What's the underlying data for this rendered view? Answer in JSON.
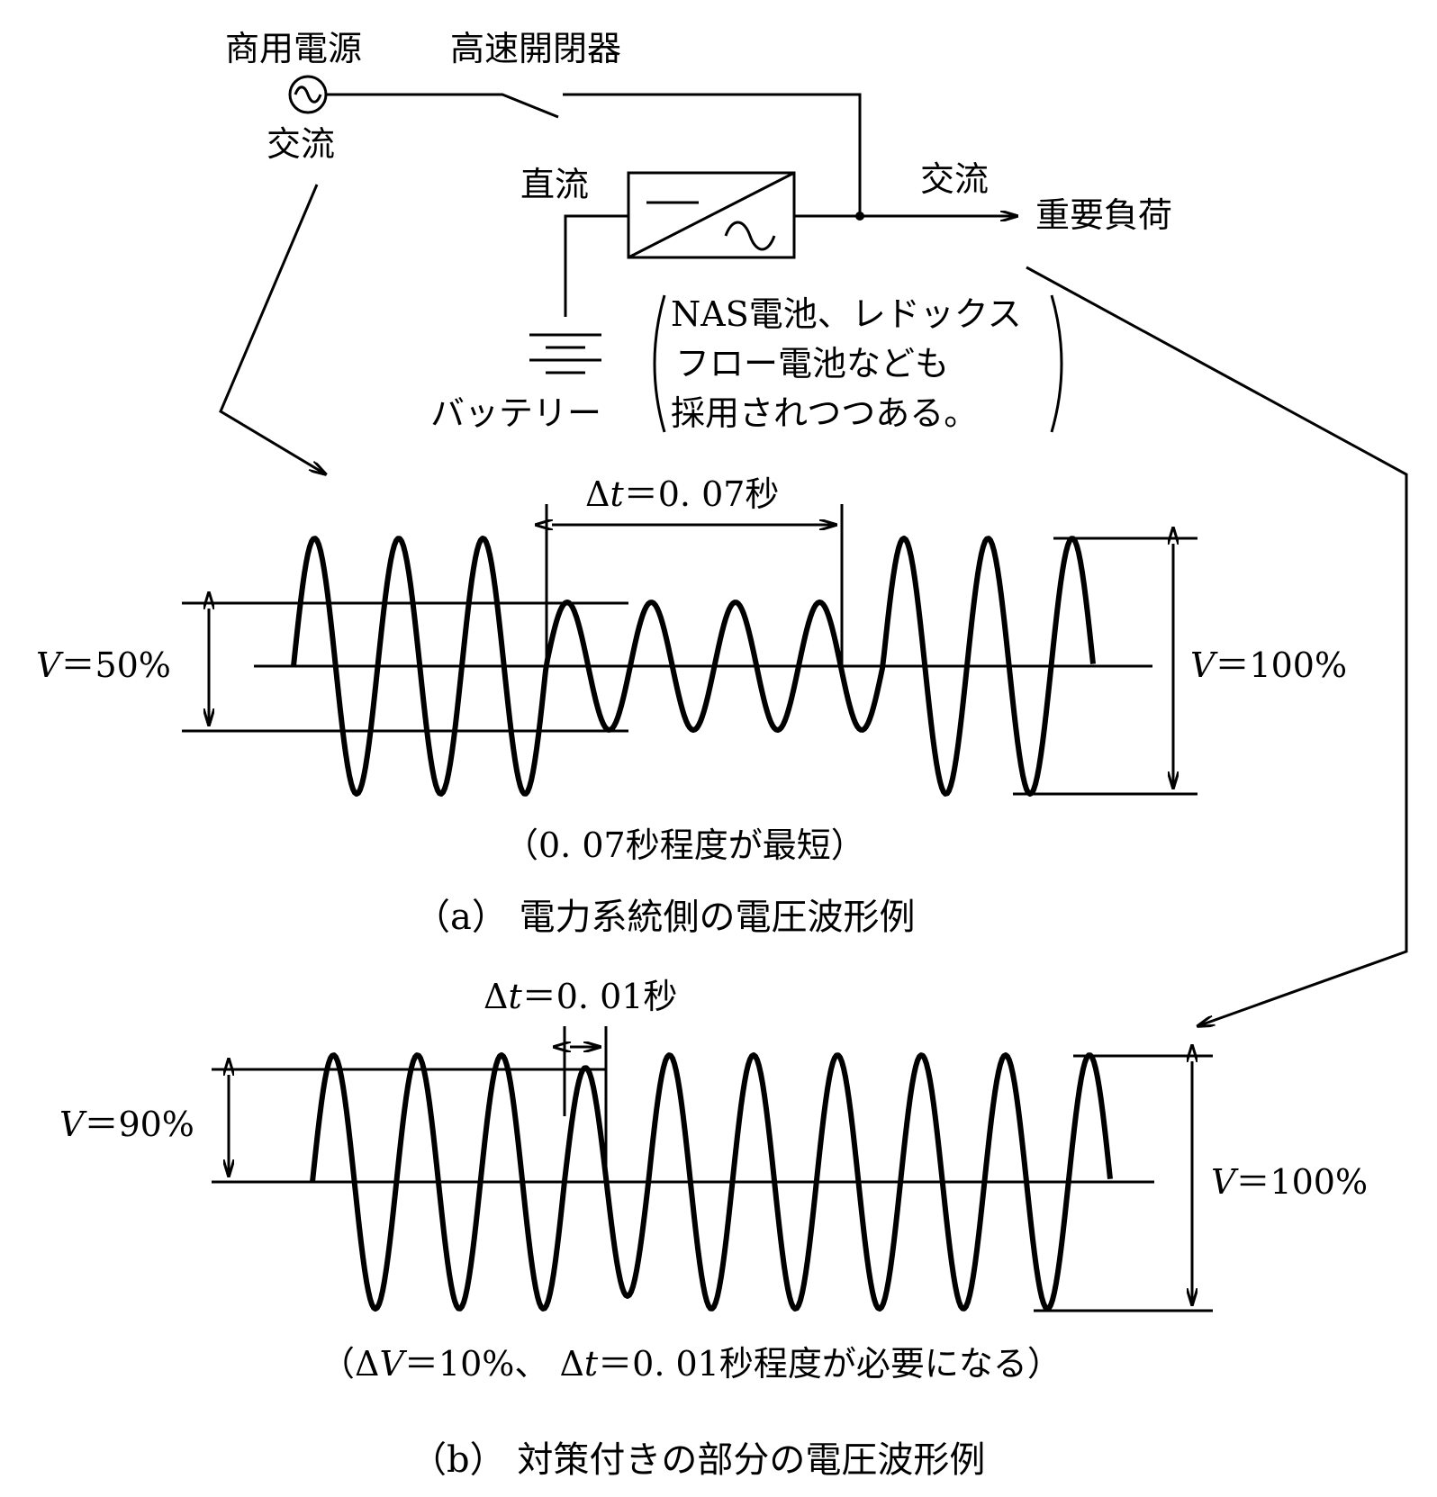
{
  "circuit": {
    "source_label": "商用電源",
    "source_ac_label": "交流",
    "switch_label": "高速開閉器",
    "dc_label": "直流",
    "output_ac_label": "交流",
    "load_label": "重要負荷",
    "battery_label": "バッテリー",
    "note_lines": [
      "NAS電池、レドックス",
      "フロー電池なども",
      "採用されつつある。"
    ]
  },
  "waveform_a": {
    "dt_prefix": "Δ",
    "dt_var": "t",
    "dt_value": "＝0. 07秒",
    "v_left_var": "V",
    "v_left_value": "＝50%",
    "v_right_var": "V",
    "v_right_value": "＝100%",
    "note": "（0. 07秒程度が最短）",
    "caption": "（a） 電力系統側の電圧波形例",
    "amplitudes_percent": [
      100,
      100,
      100,
      50,
      50,
      50,
      50,
      100,
      100,
      100
    ]
  },
  "waveform_b": {
    "dt_prefix": "Δ",
    "dt_var": "t",
    "dt_value": "＝0. 01秒",
    "v_left_var": "V",
    "v_left_value": "＝90%",
    "v_right_var": "V",
    "v_right_value": "＝100%",
    "note_parts": [
      "（Δ",
      "V",
      "＝10%、 Δ",
      "t",
      "＝0. 01秒程度が必要になる）"
    ],
    "caption": "（b） 対策付きの部分の電圧波形例",
    "amplitudes_percent": [
      100,
      100,
      100,
      90,
      100,
      100,
      100,
      100,
      100,
      100
    ]
  }
}
